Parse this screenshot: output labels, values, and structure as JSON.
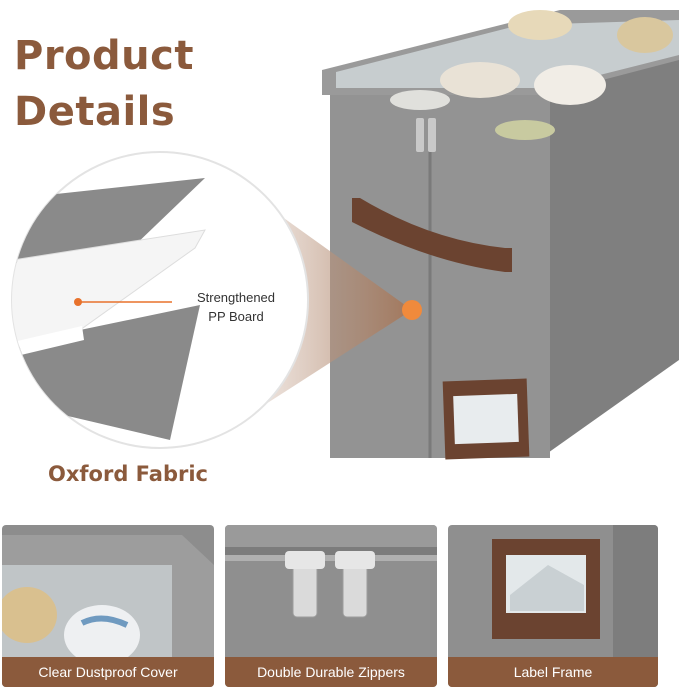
{
  "header": {
    "title_line1": "Product",
    "title_line2": "Details"
  },
  "callout": {
    "line1": "Strengthened",
    "line2": "PP Board"
  },
  "fabric_label": "Oxford Fabric",
  "thumbnails": [
    {
      "label": "Clear Dustproof Cover"
    },
    {
      "label": "Double Durable Zippers"
    },
    {
      "label": "Label Frame"
    }
  ],
  "colors": {
    "brand_brown": "#8b5a3c",
    "box_gray": "#8d8d8d",
    "accent_orange": "#e8722c"
  }
}
